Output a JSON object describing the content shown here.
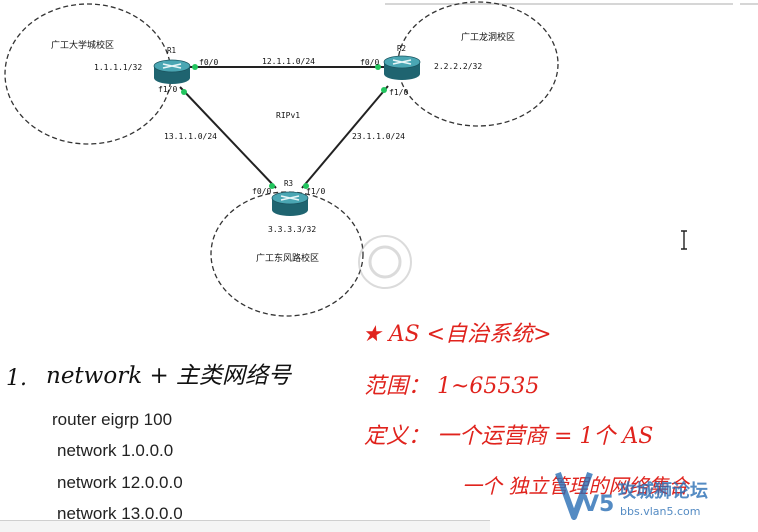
{
  "topology": {
    "zones": {
      "z1": "广工大学城校区",
      "z2": "广工龙洞校区",
      "z3": "广工东风路校区"
    },
    "routers": {
      "r1": {
        "name": "R1",
        "loopback": "1.1.1.1/32"
      },
      "r2": {
        "name": "R2",
        "loopback": "2.2.2.2/32"
      },
      "r3": {
        "name": "R3",
        "loopback": "3.3.3.3/32"
      }
    },
    "interfaces": {
      "r1_f00": "f0/0",
      "r1_f10": "f1/0",
      "r2_f00": "f0/0",
      "r2_f10": "f1/0",
      "r3_f00": "f0/0",
      "r3_f10": "f1/0"
    },
    "links": {
      "r1r2": "12.1.1.0/24",
      "r1r3": "13.1.1.0/24",
      "r2r3": "23.1.1.0/24"
    },
    "protocol": "RIPv1"
  },
  "notes": {
    "item1_num": "1.",
    "item1_text": "network + 主类网络号",
    "config": [
      "router eigrp 100",
      "network 1.0.0.0",
      "network 12.0.0.0",
      "network 13.0.0.0"
    ],
    "red": {
      "line1": "★ AS <自治系统>",
      "line2": "范围： 1~65535",
      "line3": "定义： 一个运营商 = 1个 AS",
      "line4": "一个 独立管理的网络集合"
    }
  },
  "watermark": {
    "title": "攻城狮论坛",
    "url": "bbs.vlan5.com",
    "logo": "V5"
  },
  "colors": {
    "red": "#e0231d",
    "router": "#2d7f8c",
    "watermark": "#2a6fb5",
    "port": "#22c55e"
  }
}
